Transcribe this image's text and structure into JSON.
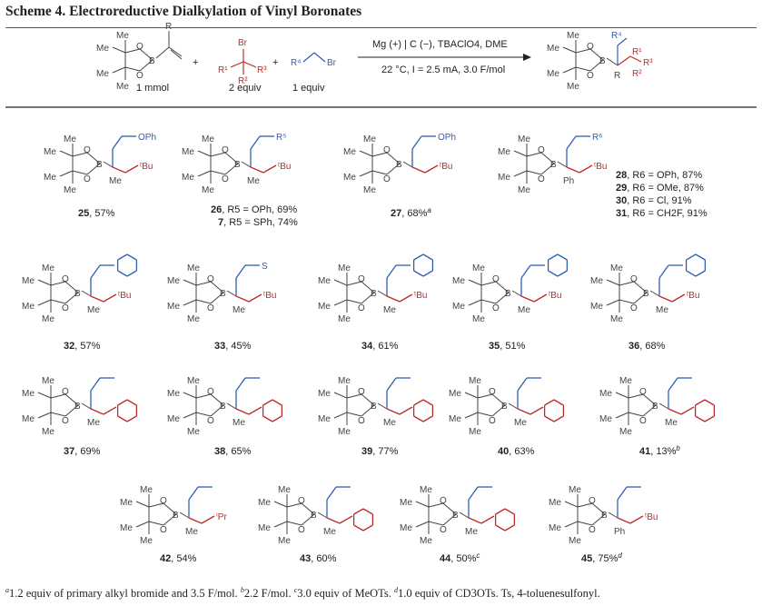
{
  "title": "Scheme 4. Electroreductive Dialkylation of Vinyl Boronates",
  "reaction": {
    "reactant1_amount": "1 mmol",
    "reactant2_amount": "2 equiv",
    "reactant3_amount": "1 equiv",
    "conditions_top": "Mg (+) | C (−), TBAClO4, DME",
    "conditions_bottom": "22 °C, I = 2.5 mA, 3.0 F/mol",
    "plus": "+"
  },
  "colors": {
    "red": "#c0282b",
    "blue": "#2c60b4",
    "black": "#444444"
  },
  "compounds": [
    {
      "id": "25",
      "yield": ", 57%",
      "sub": "OPh"
    },
    {
      "id": "26",
      "yield": ", R5 = OPh, 69%"
    },
    {
      "id": "7",
      "yield": ", R5 = SPh, 74%"
    },
    {
      "id": "27",
      "yield": ", 68%",
      "note": "a"
    },
    {
      "id": "28",
      "yield": ", R6 = OPh, 87%"
    },
    {
      "id": "29",
      "yield": ", R6 = OMe, 87%"
    },
    {
      "id": "30",
      "yield": ", R6 = Cl, 91%"
    },
    {
      "id": "31",
      "yield": ", R6 = CH2F, 91%"
    },
    {
      "id": "32",
      "yield": ", 57%"
    },
    {
      "id": "33",
      "yield": ", 45%"
    },
    {
      "id": "34",
      "yield": ", 61%"
    },
    {
      "id": "35",
      "yield": ", 51%"
    },
    {
      "id": "36",
      "yield": ", 68%"
    },
    {
      "id": "37",
      "yield": ", 69%"
    },
    {
      "id": "38",
      "yield": ", 65%"
    },
    {
      "id": "39",
      "yield": ", 77%"
    },
    {
      "id": "40",
      "yield": ", 63%"
    },
    {
      "id": "41",
      "yield": ", 13%",
      "note": "b"
    },
    {
      "id": "42",
      "yield": ", 54%"
    },
    {
      "id": "43",
      "yield": ", 60%"
    },
    {
      "id": "44",
      "yield": ", 50%",
      "note": "c"
    },
    {
      "id": "45",
      "yield": ", 75%",
      "note": "d"
    }
  ],
  "footnotes": {
    "a": "1.2 equiv of primary alkyl bromide and 3.5 F/mol.",
    "b": "2.2 F/mol.",
    "c": "3.0 equiv of MeOTs.",
    "d": "1.0 equiv of CD3OTs. Ts, 4-toluenesulfonyl."
  }
}
